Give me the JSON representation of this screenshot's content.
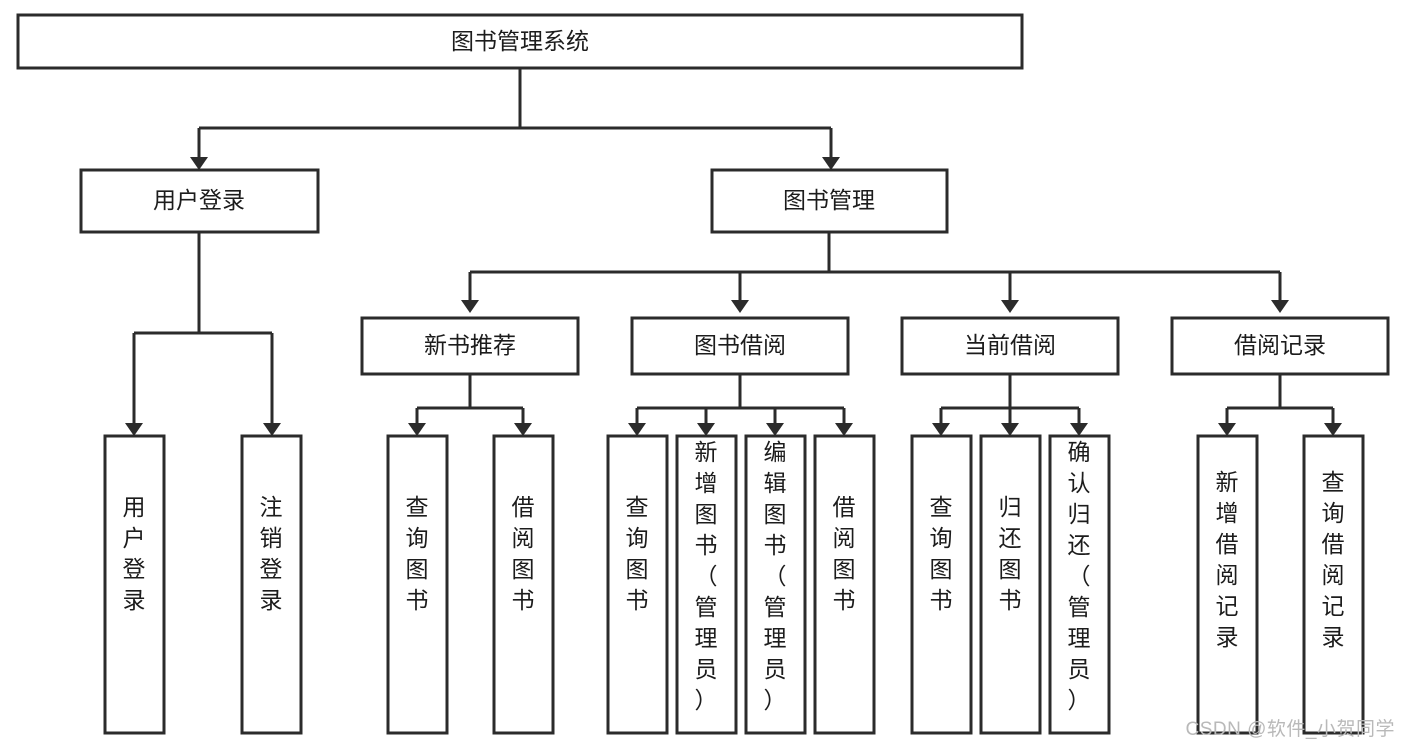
{
  "diagram": {
    "title": "图书管理系统",
    "type": "hierarchy-tree",
    "orientation": "top-down",
    "background_color": "#ffffff",
    "box_stroke_color": "#2b2b2b",
    "box_fill_color": "#ffffff",
    "text_color": "#1c1c1c",
    "levels": [
      {
        "level": 1,
        "nodes": [
          {
            "id": "root",
            "label": "图书管理系统",
            "orientation": "horizontal"
          }
        ]
      },
      {
        "level": 2,
        "nodes": [
          {
            "id": "user-login",
            "label": "用户登录",
            "parent": "root",
            "orientation": "horizontal"
          },
          {
            "id": "book-manage",
            "label": "图书管理",
            "parent": "root",
            "orientation": "horizontal"
          }
        ]
      },
      {
        "level": 3,
        "nodes": [
          {
            "id": "new-book-rec",
            "label": "新书推荐",
            "parent": "book-manage",
            "orientation": "horizontal"
          },
          {
            "id": "book-borrow",
            "label": "图书借阅",
            "parent": "book-manage",
            "orientation": "horizontal"
          },
          {
            "id": "current-borrow",
            "label": "当前借阅",
            "parent": "book-manage",
            "orientation": "horizontal"
          },
          {
            "id": "borrow-record",
            "label": "借阅记录",
            "parent": "book-manage",
            "orientation": "horizontal"
          }
        ]
      },
      {
        "level": 4,
        "nodes": [
          {
            "id": "leaf-user-login",
            "label": "用户登录",
            "parent": "user-login",
            "orientation": "vertical"
          },
          {
            "id": "leaf-logout",
            "label": "注销登录",
            "parent": "user-login",
            "orientation": "vertical"
          },
          {
            "id": "leaf-query-book-1",
            "label": "查询图书",
            "parent": "new-book-rec",
            "orientation": "vertical"
          },
          {
            "id": "leaf-borrow-book-1",
            "label": "借阅图书",
            "parent": "new-book-rec",
            "orientation": "vertical"
          },
          {
            "id": "leaf-query-book-2",
            "label": "查询图书",
            "parent": "book-borrow",
            "orientation": "vertical"
          },
          {
            "id": "leaf-add-book",
            "label": "新增图书（管理员）",
            "parent": "book-borrow",
            "orientation": "vertical"
          },
          {
            "id": "leaf-edit-book",
            "label": "编辑图书（管理员）",
            "parent": "book-borrow",
            "orientation": "vertical"
          },
          {
            "id": "leaf-borrow-book-2",
            "label": "借阅图书",
            "parent": "book-borrow",
            "orientation": "vertical"
          },
          {
            "id": "leaf-query-book-3",
            "label": "查询图书",
            "parent": "current-borrow",
            "orientation": "vertical"
          },
          {
            "id": "leaf-return-book",
            "label": "归还图书",
            "parent": "current-borrow",
            "orientation": "vertical"
          },
          {
            "id": "leaf-confirm-return",
            "label": "确认归还（管理员）",
            "parent": "current-borrow",
            "orientation": "vertical"
          },
          {
            "id": "leaf-add-record",
            "label": "新增借阅记录",
            "parent": "borrow-record",
            "orientation": "vertical"
          },
          {
            "id": "leaf-query-record",
            "label": "查询借阅记录",
            "parent": "borrow-record",
            "orientation": "vertical"
          }
        ]
      }
    ]
  },
  "watermark": {
    "text": "CSDN @软件_小贺同学"
  }
}
